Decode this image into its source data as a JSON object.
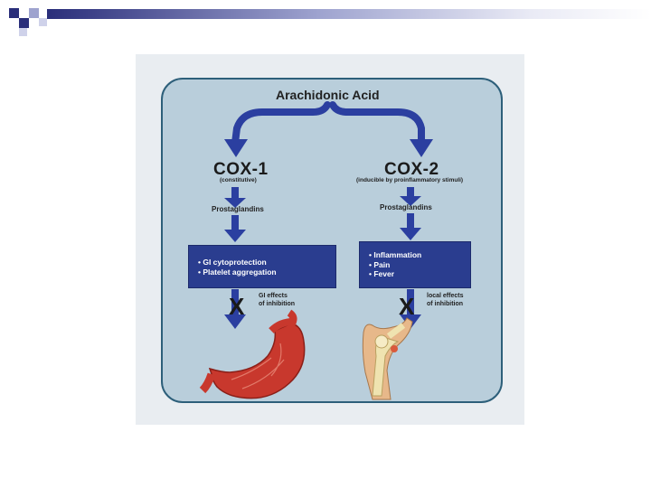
{
  "diagram": {
    "source_label": "Arachidonic Acid",
    "left": {
      "enzyme": "COX-1",
      "enzyme_note": "(constitutive)",
      "product": "Prostaglandins",
      "effects": [
        "• GI cytoprotection",
        "• Platelet aggregation"
      ],
      "inhibition_note_line1": "GI effects",
      "inhibition_note_line2": "of inhibition"
    },
    "right": {
      "enzyme": "COX-2",
      "enzyme_note": "(inducible by proinflammatory stimuli)",
      "product": "Prostaglandins",
      "effects": [
        "• Inflammation",
        "• Pain",
        "• Fever"
      ],
      "inhibition_note_line1": "local effects",
      "inhibition_note_line2": "of inhibition"
    },
    "block_symbol": "X"
  },
  "colors": {
    "arrow": "#2b3fa0",
    "panel": "#b9cedb",
    "panel_border": "#2d5f7a",
    "effect_box": "#2a3d8f",
    "stomach": "#c8382d",
    "knee_bone": "#efe3b0"
  },
  "icons": [
    "stomach-illustration",
    "knee-joint-illustration"
  ]
}
